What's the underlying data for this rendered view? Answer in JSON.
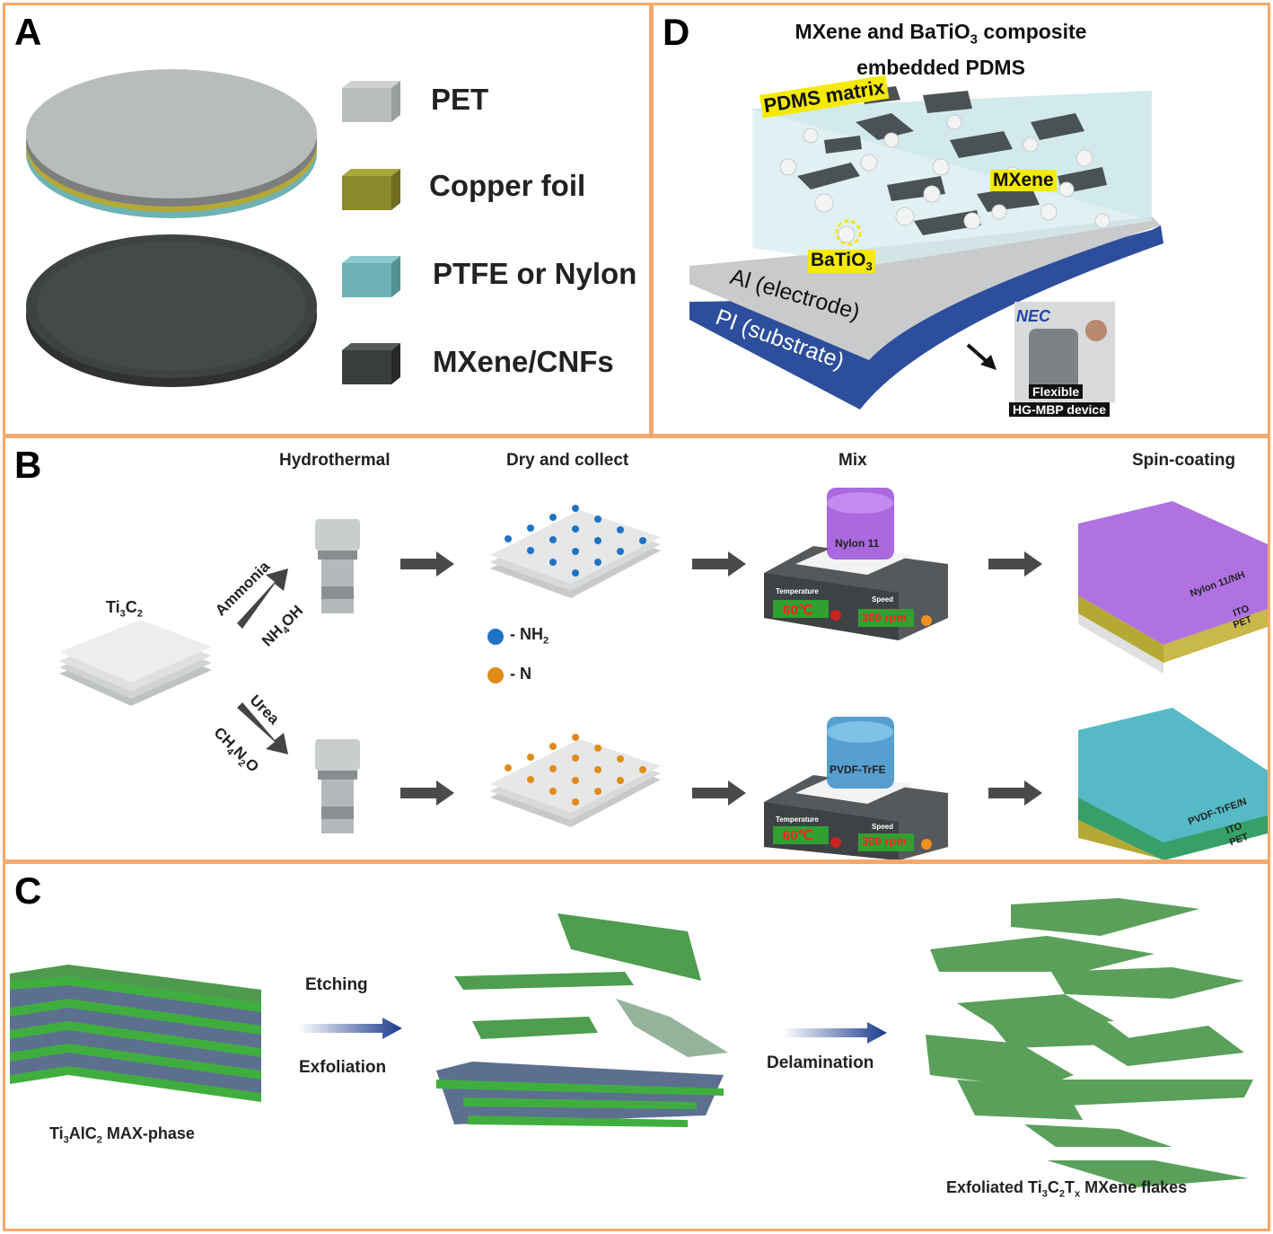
{
  "panels": {
    "a": {
      "label": "A",
      "legend": [
        "PET",
        "Copper foil",
        "PTFE or Nylon",
        "MXene/CNFs"
      ]
    },
    "d": {
      "label": "D",
      "title_line1": "MXene and BaTiO",
      "title_sub": "3",
      "title_line1_end": " composite",
      "title_line2": "embedded PDMS",
      "pdms_matrix": "PDMS matrix",
      "mxene": "MXene",
      "batio": "BaTiO",
      "batio_sub": "3",
      "al_electrode": "Al (electrode)",
      "pi_substrate": "PI (substrate)",
      "photo_text": "NEC",
      "flexible": "Flexible",
      "device": "HG-MBP device"
    },
    "b": {
      "label": "B",
      "steps": [
        "Hydrothermal",
        "Dry and collect",
        "Mix",
        "Spin-coating"
      ],
      "ti3c2": "Ti",
      "ti3c2_sub1": "3",
      "ti3c2_c": "C",
      "ti3c2_sub2": "2",
      "ammonia": "Ammonia",
      "nh4oh": "NH",
      "nh4oh_sub": "4",
      "nh4oh_end": "OH",
      "urea": "Urea",
      "ch4n2o": "CH",
      "ch4n2o_s1": "4",
      "ch4n2o_n": "N",
      "ch4n2o_s2": "2",
      "ch4n2o_o": "O",
      "legend_nh2": "- NH",
      "legend_nh2_sub": "2",
      "legend_n": "- N",
      "beaker_top": "Nylon 11",
      "beaker_bottom": "PVDF-TrFE",
      "temperature": "Temperature",
      "speed": "Speed",
      "temp_value": "60℃",
      "speed_value": "300 rpm",
      "top_stack": [
        "Nylon 11/NH",
        "ITO",
        "PET"
      ],
      "bottom_stack": [
        "PVDF-TrFE/N",
        "ITO",
        "PET"
      ]
    },
    "c": {
      "label": "C",
      "etching": "Etching",
      "exfoliation": "Exfoliation",
      "delamination": "Delamination",
      "max_phase": "Ti",
      "max_phase_s1": "3",
      "max_phase_mid": "AlC",
      "max_phase_s2": "2",
      "max_phase_end": " MAX-phase",
      "flakes": "Exfoliated Ti",
      "flakes_s1": "3",
      "flakes_c": "C",
      "flakes_s2": "2",
      "flakes_t": "T",
      "flakes_x": "x",
      "flakes_end": " MXene flakes"
    }
  },
  "colors": {
    "border": "#f4a86b",
    "pet": "#b9bcbd",
    "copper": "#8b8a2c",
    "ptfe": "#6fb2b4",
    "mxene_cnf": "#3a3d3e",
    "green": "#3a9a3a",
    "blue_substrate": "#2d4e9c",
    "purple": "#9b4fd8",
    "cyan": "#3aa8c8",
    "nh2_ball": "#1f73c4",
    "n_ball": "#e08c1a"
  }
}
